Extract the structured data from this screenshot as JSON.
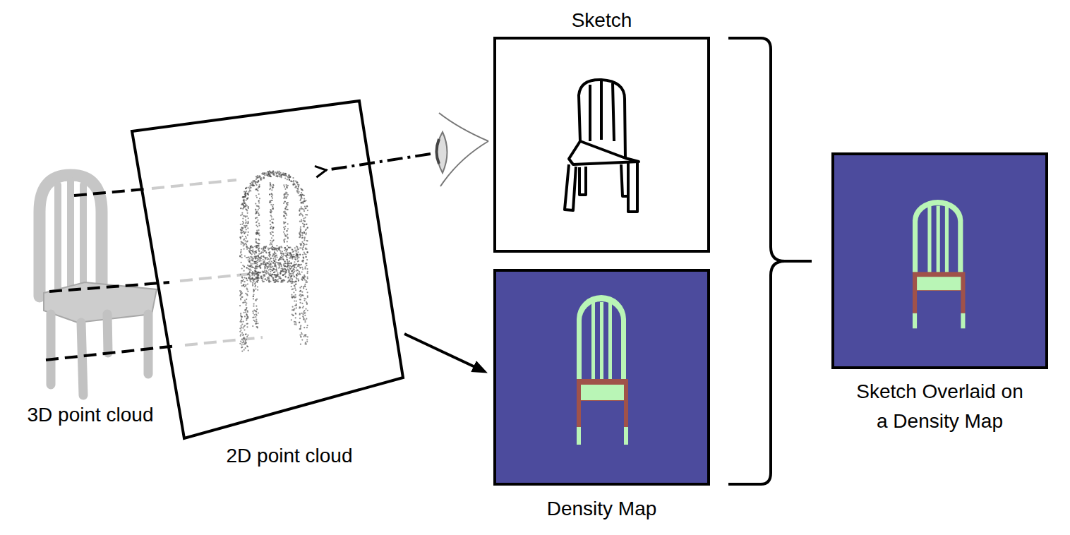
{
  "diagram": {
    "nodes": [
      {
        "text": [
          "2D point cloud"
        ]
      },
      {
        "text": [
          "Sketch"
        ]
      },
      {
        "text": [
          "Density Map"
        ]
      },
      {
        "text": [
          "Sketch Overlaid on a Density Map"
        ]
      }
    ],
    "edges": [
      {
        "from": 0,
        "to": 2,
        "arrow": "to"
      }
    ],
    "labels": [
      "3D point cloud"
    ]
  }
}
